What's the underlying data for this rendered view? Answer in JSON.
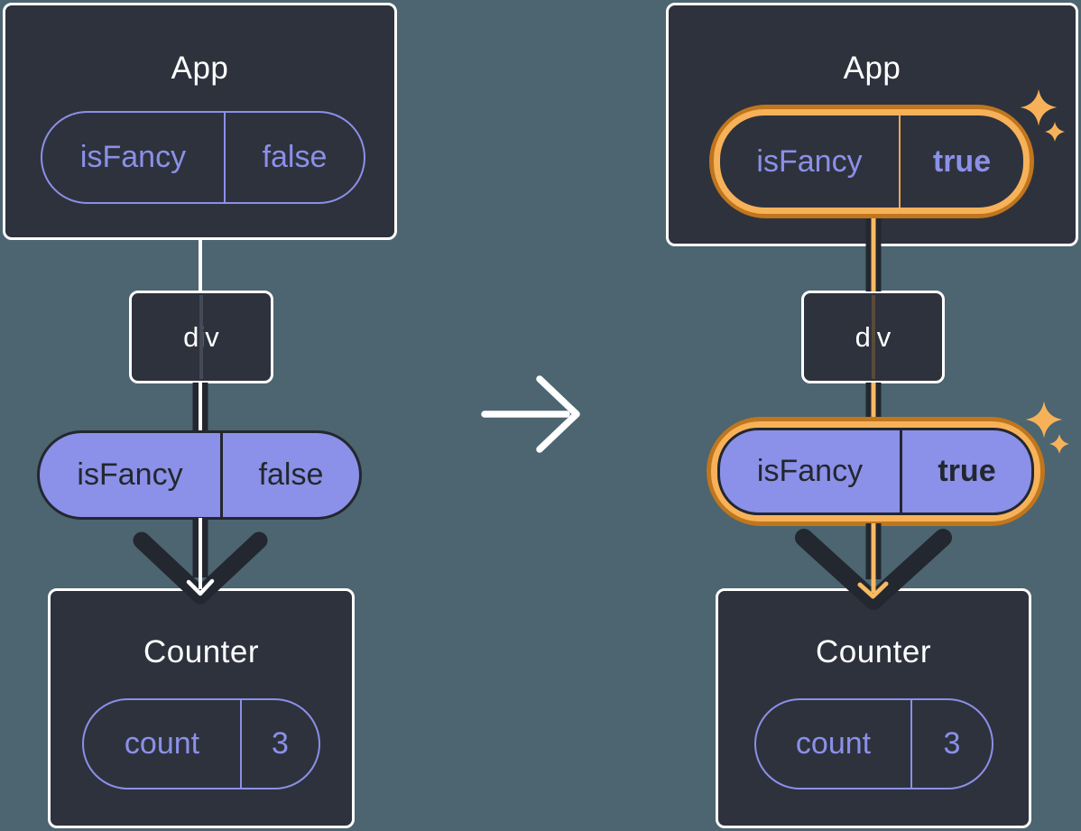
{
  "colors": {
    "background": "#4c6570",
    "card": "#2e323d",
    "ink": "#23272f",
    "purple": "#8b90e8",
    "orange_deep": "#c0761d",
    "orange_light": "#f7b259",
    "orange_line": "#f8ba62"
  },
  "icons": {
    "transition_arrow": "arrow-right",
    "highlight": "four-point-sparkle"
  },
  "before": {
    "app": {
      "title": "App",
      "prop": {
        "name": "isFancy",
        "value": "false"
      }
    },
    "div_label": "div",
    "passed_prop": {
      "name": "isFancy",
      "value": "false"
    },
    "counter": {
      "title": "Counter",
      "state": {
        "name": "count",
        "value": "3"
      }
    }
  },
  "after": {
    "app": {
      "title": "App",
      "prop": {
        "name": "isFancy",
        "value": "true"
      }
    },
    "div_label": "div",
    "passed_prop": {
      "name": "isFancy",
      "value": "true"
    },
    "counter": {
      "title": "Counter",
      "state": {
        "name": "count",
        "value": "3"
      }
    }
  }
}
